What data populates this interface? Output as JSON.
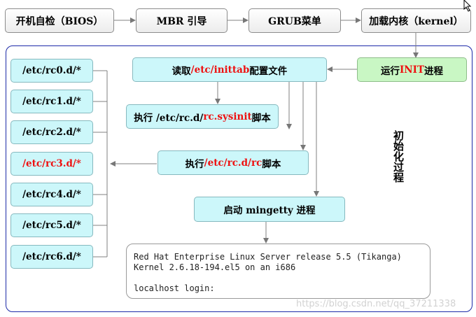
{
  "top_flow": {
    "bios": "开机自检（BIOS）",
    "mbr": "MBR 引导",
    "grub": "GRUB菜单",
    "kernel": "加载内核（kernel）"
  },
  "init_box": {
    "prefix": "运行 ",
    "highlight": "INIT",
    "suffix": " 进程"
  },
  "inittab_box": {
    "prefix": "读取",
    "highlight": "/etc/inittab",
    "suffix": "配置文件"
  },
  "sysinit_box": {
    "prefix": "执行 /etc/rc.d/",
    "highlight": "rc.sysinit",
    "suffix": " 脚本"
  },
  "rc_box": {
    "prefix": "执行",
    "highlight": "/etc/rc.d/rc",
    "suffix": "脚本"
  },
  "mingetty_box": "启动 mingetty 进程",
  "runlevel_dirs": [
    {
      "label": "/etc/rc0.d/*",
      "highlight": false
    },
    {
      "label": "/etc/rc1.d/*",
      "highlight": false
    },
    {
      "label": "/etc/rc2.d/*",
      "highlight": false
    },
    {
      "label": "/etc/rc3.d/*",
      "highlight": true
    },
    {
      "label": "/etc/rc4.d/*",
      "highlight": false
    },
    {
      "label": "/etc/rc5.d/*",
      "highlight": false
    },
    {
      "label": "/etc/rc6.d/*",
      "highlight": false
    }
  ],
  "terminal": {
    "line1": "Red Hat Enterprise Linux Server release 5.5 (Tikanga)",
    "line2": "Kernel 2.6.18-194.el5 on an i686",
    "line3": "",
    "line4": "localhost login:"
  },
  "side_label": "初始化过程",
  "watermark": "https://blog.csdn.net/qq_37211338",
  "colors": {
    "highlight": "#ee1111",
    "process_fill": "#ccf7fa",
    "init_fill": "#c9f7c4",
    "frame": "#1d2aa8"
  }
}
